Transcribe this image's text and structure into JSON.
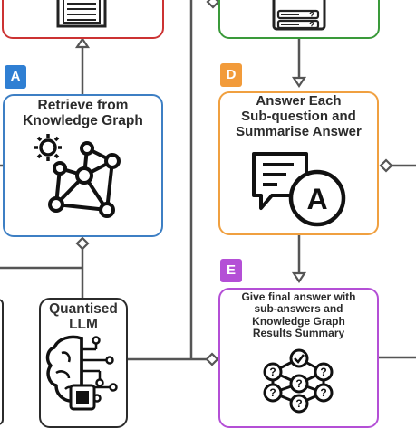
{
  "colors": {
    "box_red": "#cc3333",
    "box_green": "#3a9a3a",
    "box_blue": "#3d7fc4",
    "box_orange": "#f0a040",
    "box_purple": "#b44fd6",
    "box_dark": "#2b2b2b",
    "badge_blue": "#2f7fd3",
    "badge_orange": "#f29b3a",
    "badge_purple": "#b44fd6",
    "connector": "#555555"
  },
  "nodes": {
    "retrieve": {
      "badge": "A",
      "title_line1": "Retrieve from",
      "title_line2": "Knowledge Graph",
      "icon": "knowledge-graph-icon"
    },
    "answer": {
      "badge": "D",
      "title_line1": "Answer Each",
      "title_line2": "Sub-question and",
      "title_line3": "Summarise Answer",
      "icon": "answer-chat-icon",
      "icon_letter": "A"
    },
    "final": {
      "badge": "E",
      "title_line1": "Give final answer with",
      "title_line2": "sub-answers and",
      "title_line3": "Knowledge Graph",
      "title_line4": "Results Summary",
      "icon": "question-network-icon"
    },
    "llm": {
      "title_line1": "Quantised",
      "title_line2": "LLM",
      "icon": "brain-circuit-icon"
    },
    "top_left": {
      "icon": "document-icon"
    },
    "top_right": {
      "icon": "question-list-icon"
    }
  }
}
